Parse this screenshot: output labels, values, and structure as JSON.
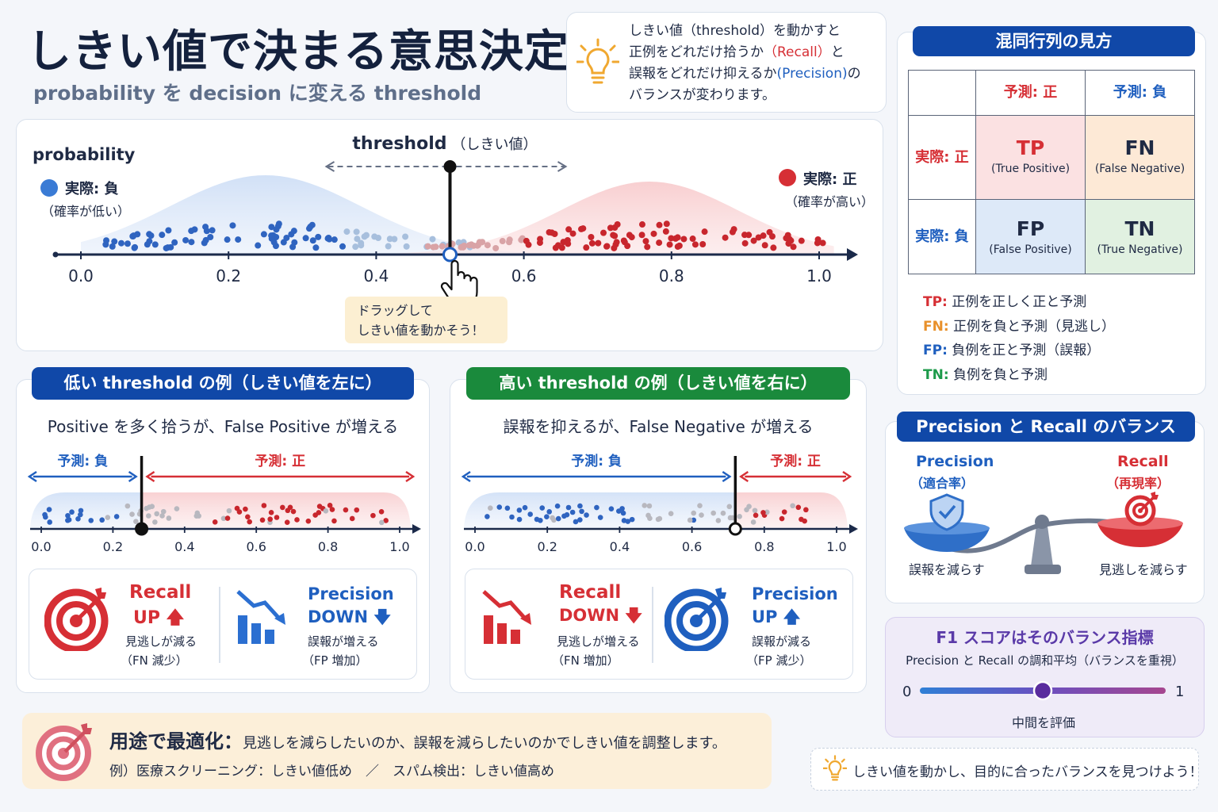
{
  "header": {
    "title": "しきい値で決まる意思決定",
    "subtitle": "probability を decision に変える threshold"
  },
  "info_box": {
    "line1": "しきい値（threshold）を動かすと",
    "line2_pre": "正例をどれだけ拾うか",
    "line2_hl": "（Recall）",
    "line2_post": "と",
    "line3_pre": "誤報をどれだけ抑えるか",
    "line3_hl": "(Precision)",
    "line3_post": "の",
    "line4": "バランスが変わります。"
  },
  "main_chart": {
    "probability_label": "probability",
    "threshold_label": "threshold",
    "threshold_paren": "（しきい値）",
    "neg_label": "実際: 負",
    "neg_sub": "（確率が低い）",
    "pos_label": "実際: 正",
    "pos_sub": "（確率が高い）",
    "ticks": [
      "0.0",
      "0.2",
      "0.4",
      "0.6",
      "0.8",
      "1.0"
    ],
    "threshold_value": 0.5,
    "drag_line1": "ドラッグして",
    "drag_line2": "しきい値を動かそう！"
  },
  "low_example": {
    "header": "低い threshold の例（しきい値を左に）",
    "desc": "Positive を多く拾うが、False Positive が増える",
    "pred_neg": "予測: 負",
    "pred_pos": "予測: 正",
    "ticks": [
      "0.0",
      "0.2",
      "0.4",
      "0.6",
      "0.8",
      "1.0"
    ],
    "threshold_value": 0.28,
    "metric1_name": "Recall",
    "metric1_dir": "UP",
    "metric1_desc1": "見逃しが減る",
    "metric1_desc2": "（FN 減少）",
    "metric2_name": "Precision",
    "metric2_dir": "DOWN",
    "metric2_desc1": "誤報が増える",
    "metric2_desc2": "（FP 増加）"
  },
  "high_example": {
    "header": "高い threshold の例（しきい値を右に）",
    "desc": "誤報を抑えるが、False Negative が増える",
    "pred_neg": "予測: 負",
    "pred_pos": "予測: 正",
    "ticks": [
      "0.0",
      "0.2",
      "0.4",
      "0.6",
      "0.8",
      "1.0"
    ],
    "threshold_value": 0.72,
    "metric1_name": "Recall",
    "metric1_dir": "DOWN",
    "metric1_desc1": "見逃しが増える",
    "metric1_desc2": "（FN 増加）",
    "metric2_name": "Precision",
    "metric2_dir": "UP",
    "metric2_desc1": "誤報が減る",
    "metric2_desc2": "（FP 減少）"
  },
  "confusion": {
    "header": "混同行列の見方",
    "pred_pos": "予測: 正",
    "pred_neg": "予測: 負",
    "actual_pos": "実際: 正",
    "actual_neg": "実際: 負",
    "tp": "TP",
    "tp_full": "(True Positive)",
    "fn": "FN",
    "fn_full": "(False Negative)",
    "fp": "FP",
    "fp_full": "(False Positive)",
    "tn": "TN",
    "tn_full": "(True Negative)",
    "legend": [
      {
        "key": "TP:",
        "text": "正例を正しく正と予測"
      },
      {
        "key": "FN:",
        "text": "正例を負と予測（見逃し）"
      },
      {
        "key": "FP:",
        "text": "負例を正と予測（誤報）"
      },
      {
        "key": "TN:",
        "text": "負例を負と予測"
      }
    ]
  },
  "balance": {
    "header": "Precision と Recall のバランス",
    "precision": "Precision",
    "precision_jp": "（適合率）",
    "recall": "Recall",
    "recall_jp": "（再現率）",
    "precision_note": "誤報を減らす",
    "recall_note": "見逃しを減らす"
  },
  "f1": {
    "header": "F1 スコアはそのバランス指標",
    "desc": "Precision と Recall の調和平均（バランスを重視）",
    "min": "0",
    "max": "1",
    "marker_value": 0.5,
    "marker_label": "中間を評価"
  },
  "usage": {
    "title": "用途で最適化：",
    "text": "見逃しを減らしたいのか、誤報を減らしたいのかでしきい値を調整します。",
    "example": "例）医療スクリーニング：しきい値低め　／　スパム検出：しきい値高め"
  },
  "tip": {
    "text": "しきい値を動かし、目的に合ったバランスを見つけよう！"
  },
  "colors": {
    "blue": "#1f5fbf",
    "red": "#d62f35",
    "green": "#1c8a3f",
    "navy": "#0f3d9e",
    "purple": "#5a3aa8"
  }
}
